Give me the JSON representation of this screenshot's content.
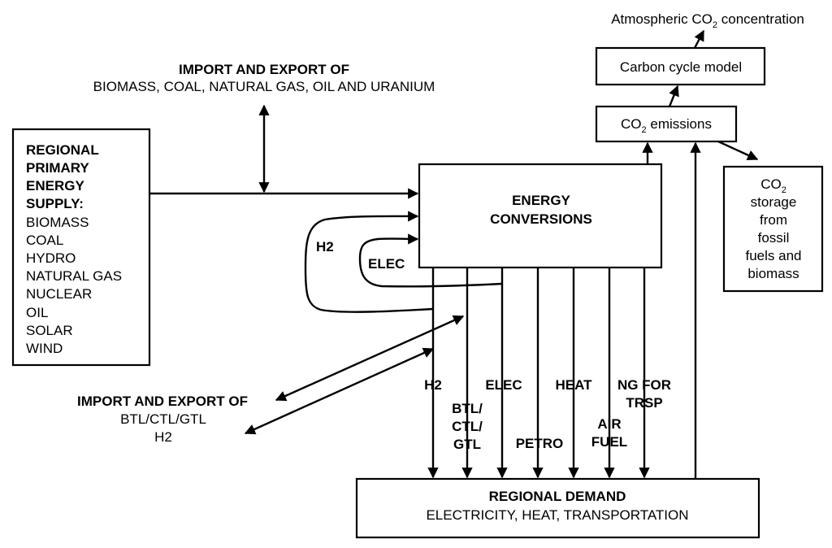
{
  "supply": {
    "heading": [
      "REGIONAL",
      "PRIMARY",
      "ENERGY",
      "SUPPLY:"
    ],
    "items": [
      "BIOMASS",
      "COAL",
      "HYDRO",
      "NATURAL GAS",
      "NUCLEAR",
      "OIL",
      "SOLAR",
      "WIND"
    ]
  },
  "import_primary": {
    "title": "IMPORT AND EXPORT OF",
    "subtitle": "BIOMASS, COAL, NATURAL GAS, OIL AND URANIUM"
  },
  "conversions": {
    "line1": "ENERGY",
    "line2": "CONVERSIONS"
  },
  "feedback": {
    "h2": "H2",
    "elec": "ELEC"
  },
  "import_fuels": {
    "title": "IMPORT AND EXPORT OF",
    "line1": "BTL/CTL/GTL",
    "line2": "H2"
  },
  "flows": {
    "h2": "H2",
    "btl": [
      "BTL/",
      "CTL/",
      "GTL"
    ],
    "elec": "ELEC",
    "petro": "PETRO",
    "heat": "HEAT",
    "air_fuel": [
      "AIR",
      "FUEL"
    ],
    "ng_trsp": [
      "NG FOR",
      "TRSP"
    ]
  },
  "demand": {
    "title": "REGIONAL DEMAND",
    "subtitle": "ELECTRICITY, HEAT, TRANSPORTATION"
  },
  "emissions": {
    "pre": "CO",
    "sub": "2",
    "post": " emissions"
  },
  "carbon_model": {
    "label": "Carbon cycle model"
  },
  "atmospheric": {
    "pre": "Atmospheric CO",
    "sub": "2",
    "post": " concentration"
  },
  "storage": {
    "line1_pre": "CO",
    "line1_sub": "2",
    "lines": [
      "storage",
      "from",
      "fossil",
      "fuels and",
      "biomass"
    ]
  }
}
